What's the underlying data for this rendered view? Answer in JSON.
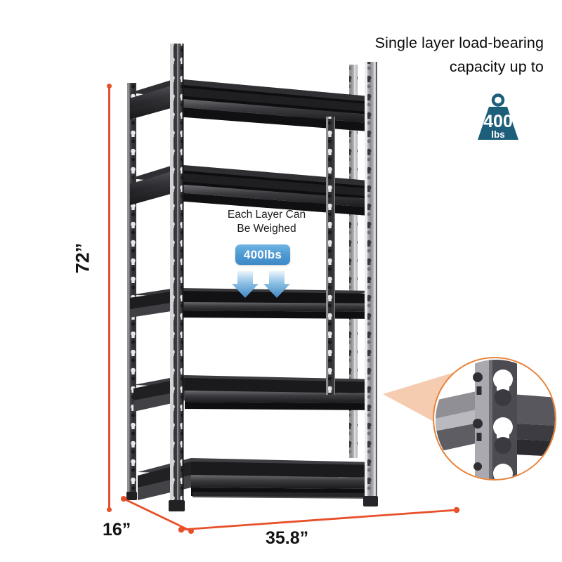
{
  "product": {
    "type": "5-tier metal storage shelving unit",
    "color_finish": "black"
  },
  "headline": {
    "text": "Single layer load-bearing\ncapacity up to"
  },
  "weight_badge": {
    "name": "weight-icon",
    "value": "400",
    "unit": "lbs",
    "color": "#1d5f7a"
  },
  "layer_callout": {
    "note": "Each Layer Can\nBe Weighed",
    "badge_label": "400lbs",
    "badge_color": "#4e99d2",
    "arrow_color": "#4a90c8",
    "arrow_count": 2
  },
  "dimensions": {
    "height": "72”",
    "depth": "16”",
    "width": "35.8”",
    "line_color": "#e8502a"
  },
  "magnifier": {
    "name": "post-keyhole-detail",
    "border_color": "#e8843c",
    "cone_color": "#f5c9ad",
    "caption": ""
  },
  "shelves": {
    "count": 5,
    "frame_color": "#2b2b2d",
    "post_color": "#3a3a3d",
    "post_highlight": "#c9c9cb"
  }
}
